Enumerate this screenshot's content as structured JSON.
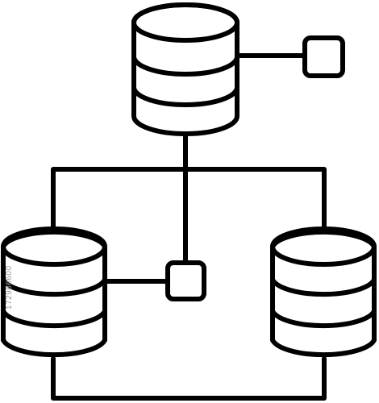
{
  "diagram": {
    "type": "database-network-icon",
    "stroke_color": "#000000",
    "background_color": "#ffffff",
    "nodes": [
      {
        "id": "top-database",
        "shape": "database-cylinder"
      },
      {
        "id": "left-database",
        "shape": "database-cylinder"
      },
      {
        "id": "right-database",
        "shape": "database-cylinder"
      },
      {
        "id": "top-square-node",
        "shape": "rounded-square"
      },
      {
        "id": "center-square-node",
        "shape": "rounded-square"
      }
    ],
    "connections": [
      {
        "from": "top-database",
        "to": "top-square-node"
      },
      {
        "from": "top-database",
        "to": "center-square-node"
      },
      {
        "from": "top-database",
        "to": "left-database"
      },
      {
        "from": "top-database",
        "to": "right-database"
      },
      {
        "from": "left-database",
        "to": "center-square-node"
      },
      {
        "from": "left-database",
        "to": "right-database"
      }
    ]
  },
  "watermark": {
    "text": "172986600"
  }
}
